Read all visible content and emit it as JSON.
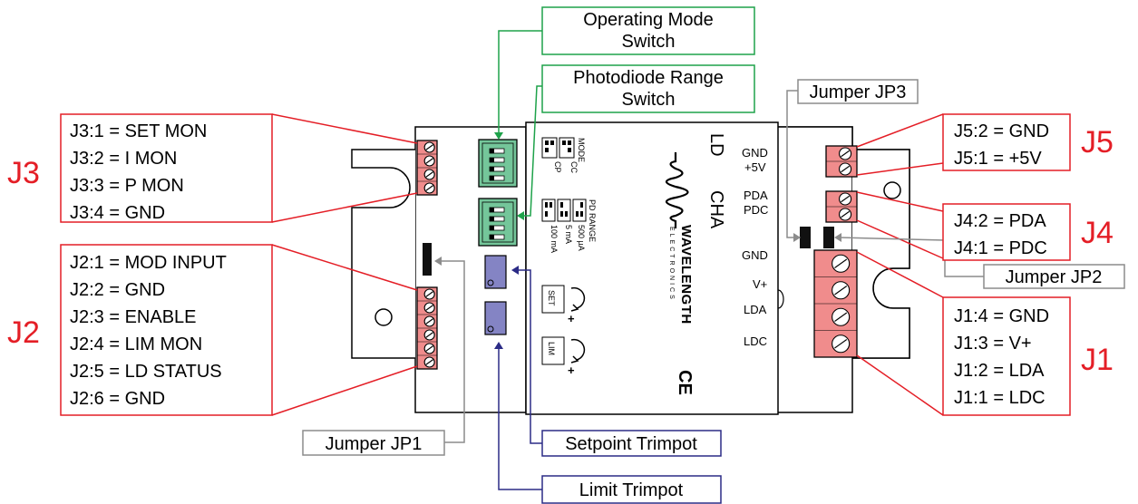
{
  "colors": {
    "red": "#e41e26",
    "green": "#1ea24a",
    "navy": "#2b2b86",
    "gray": "#8c8c8c",
    "terminal_fill": "#f08c8c",
    "switch_fill": "#74c69a",
    "trimpot_fill": "#8484c4"
  },
  "connectors": {
    "j3": "J3",
    "j2": "J2",
    "j5": "J5",
    "j4": "J4",
    "j1": "J1"
  },
  "j3_pins": [
    "J3:1 = SET MON",
    "J3:2 = I MON",
    "J3:3 = P MON",
    "J3:4 = GND"
  ],
  "j2_pins": [
    "J2:1 = MOD INPUT",
    "J2:2 = GND",
    "J2:3 = ENABLE",
    "J2:4 = LIM MON",
    "J2:5 = LD STATUS",
    "J2:6 = GND"
  ],
  "j5_pins": [
    "J5:2 = GND",
    "J5:1 = +5V"
  ],
  "j4_pins": [
    "J4:2 = PDA",
    "J4:1 = PDC"
  ],
  "j1_pins": [
    "J1:4 = GND",
    "J1:3 = V+",
    "J1:2 = LDA",
    "J1:1 = LDC"
  ],
  "callouts": {
    "operating_mode": [
      "Operating Mode",
      "Switch"
    ],
    "photodiode_range": [
      "Photodiode Range",
      "Switch"
    ],
    "jumper_jp3": "Jumper JP3",
    "jumper_jp2": "Jumper JP2",
    "jumper_jp1": "Jumper JP1",
    "setpoint_trimpot": "Setpoint Trimpot",
    "limit_trimpot": "Limit Trimpot"
  },
  "board": {
    "mode_label": "MODE",
    "cp": "CP",
    "cc": "CC",
    "pd_range_label": "PD RANGE",
    "pd_ranges": [
      "500 µA",
      "5 mA",
      "100 mA"
    ],
    "set_label": "SET",
    "lim_label": "LIM",
    "plus": "+",
    "ld": "LD",
    "cha": "CHA",
    "brand": "WAVELENGTH",
    "brand_sub": "ELECTRONICS",
    "ce_mark": "CE",
    "pin_labels": [
      "GND",
      "+5V",
      "PDA",
      "PDC",
      "GND",
      "V+",
      "LDA",
      "LDC"
    ]
  }
}
